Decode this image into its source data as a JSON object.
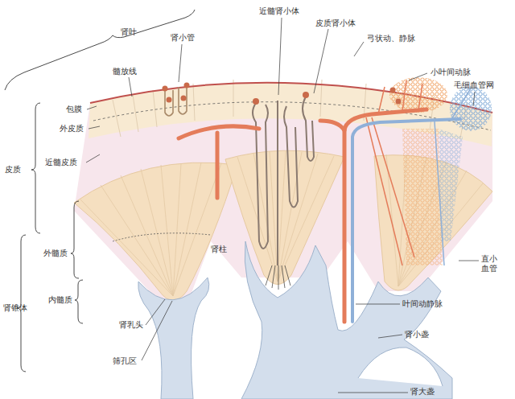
{
  "diagram": {
    "labels": [
      "肾叶",
      "髓放线",
      "肾小管",
      "近髓肾小体",
      "皮质肾小体",
      "弓状动、静脉",
      "小叶间动脉",
      "毛细血管网",
      "包膜",
      "外皮质",
      "近髓皮质",
      "皮质",
      "外髓质",
      "肾柱",
      "直小血管",
      "叶间动静脉",
      "肾锥体",
      "内髓质",
      "肾乳头",
      "肾小盏",
      "筛孔区",
      "肾大盏"
    ]
  }
}
